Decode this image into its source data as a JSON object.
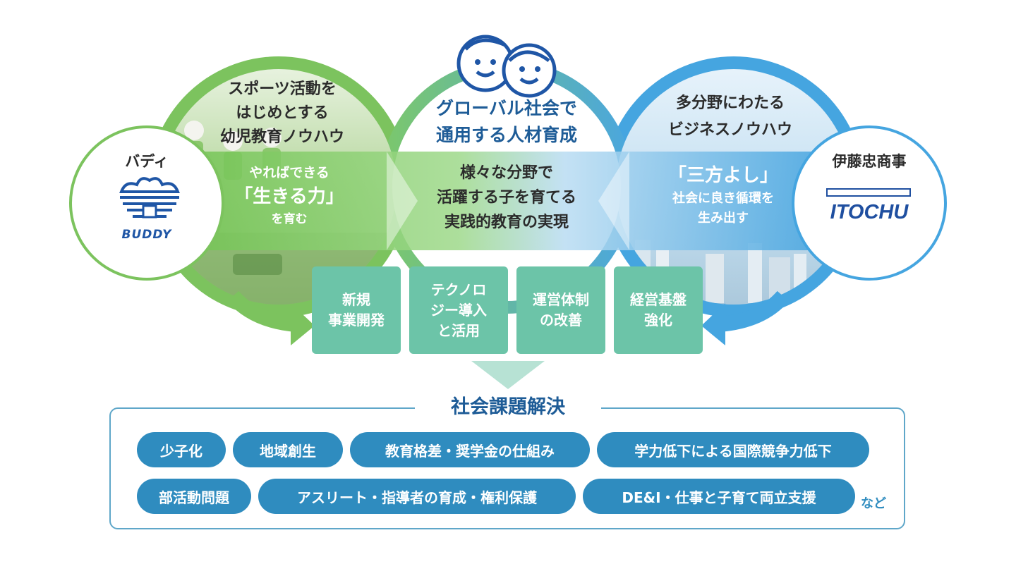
{
  "left_circle": {
    "heading": [
      "スポーツ活動を",
      "はじめとする",
      "幼児教育ノウハウ"
    ],
    "band_lines": [
      "やればできる",
      "「生きる力」",
      "を育む"
    ]
  },
  "center_circle": {
    "heading": [
      "グローバル社会で",
      "通用する人材育成"
    ],
    "band_lines": [
      "様々な分野で",
      "活躍する子を育てる",
      "実践的教育の実現"
    ]
  },
  "right_circle": {
    "heading": [
      "多分野にわたる",
      "ビジネスノウハウ"
    ],
    "band_lines": [
      "「三方よし」",
      "社会に良き循環を",
      "生み出す"
    ]
  },
  "partners": {
    "buddy": {
      "name": "バディ",
      "logo_text": "BUDDY"
    },
    "itochu": {
      "name": "伊藤忠商事",
      "logo_text": "ITOCHU"
    }
  },
  "initiatives": [
    "新規\n事業開発",
    "テクノロ\nジー導入\nと活用",
    "運営体制\nの改善",
    "経営基盤\n強化"
  ],
  "issues": {
    "title": "社会課題解決",
    "row1": [
      "少子化",
      "地域創生",
      "教育格差・奨学金の仕組み",
      "学力低下による国際競争力低下"
    ],
    "row2": [
      "部活動問題",
      "アスリート・指導者の育成・権利保護",
      "DE&I・仕事と子育て両立支援"
    ],
    "suffix": "など"
  },
  "colors": {
    "green": "#6cc04a",
    "blue": "#3a9fde",
    "teal_box": "#6cc4a8",
    "pill": "#2f8cbf",
    "title_blue": "#1e5c97"
  }
}
